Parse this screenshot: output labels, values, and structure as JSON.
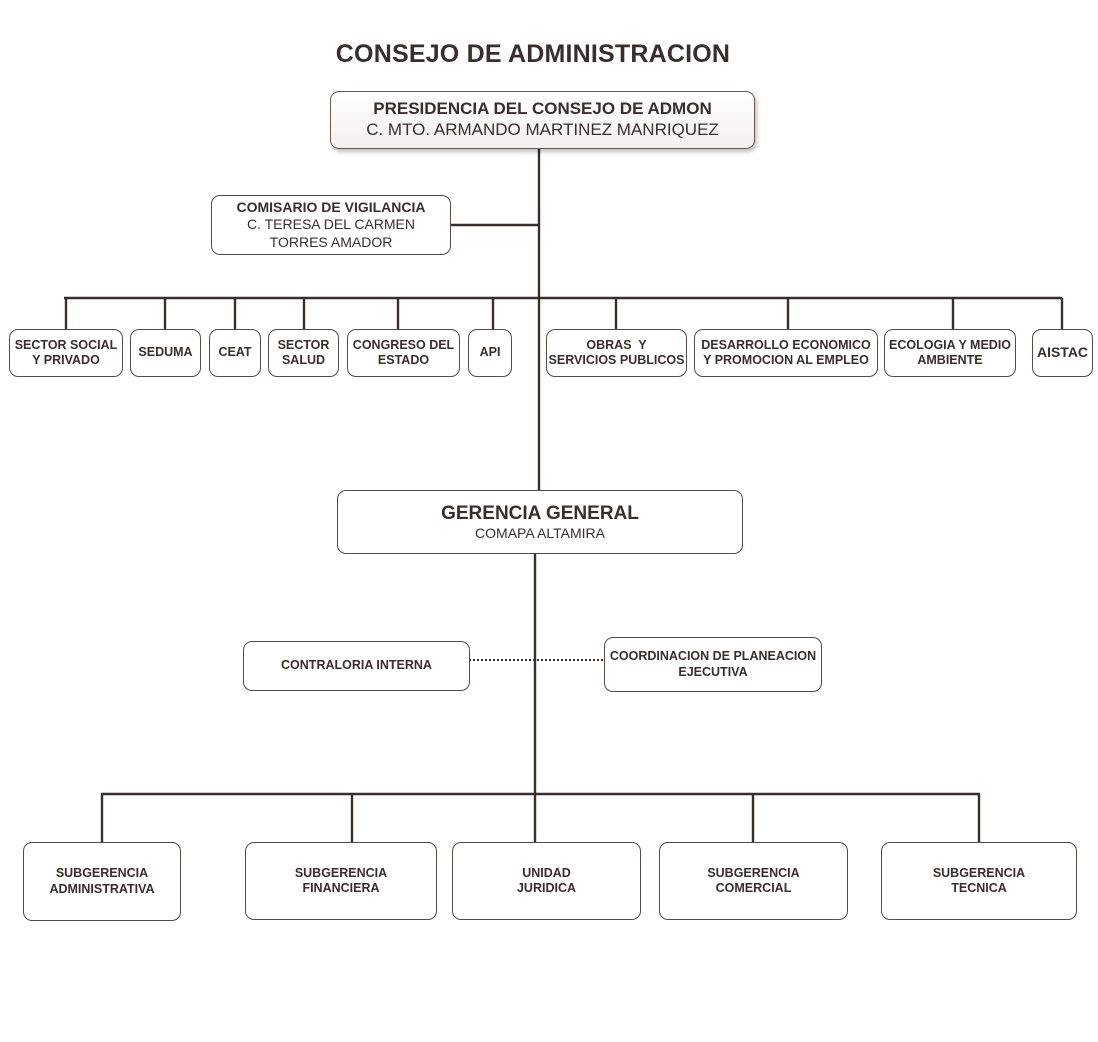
{
  "title": "CONSEJO DE ADMINISTRACION",
  "presidencia": {
    "line1": "PRESIDENCIA DEL CONSEJO DE ADMON",
    "line2": "C. MTO. ARMANDO MARTINEZ MANRIQUEZ"
  },
  "comisario": {
    "line1": "COMISARIO DE VIGILANCIA",
    "line2": "C. TERESA DEL CARMEN",
    "line3": "TORRES AMADOR"
  },
  "consejo_members": [
    {
      "line1": "SECTOR SOCIAL",
      "line2": "Y PRIVADO"
    },
    {
      "line1": "SEDUMA",
      "line2": ""
    },
    {
      "line1": "CEAT",
      "line2": ""
    },
    {
      "line1": "SECTOR",
      "line2": "SALUD"
    },
    {
      "line1": "CONGRESO DEL",
      "line2": "ESTADO"
    },
    {
      "line1": "API",
      "line2": ""
    },
    {
      "line1": "OBRAS  Y",
      "line2": "SERVICIOS PUBLICOS"
    },
    {
      "line1": "DESARROLLO ECONOMICO",
      "line2": "Y PROMOCION AL EMPLEO"
    },
    {
      "line1": "ECOLOGIA Y MEDIO",
      "line2": "AMBIENTE"
    },
    {
      "line1": "AISTAC",
      "line2": ""
    }
  ],
  "gerencia": {
    "line1": "GERENCIA GENERAL",
    "line2": "COMAPA ALTAMIRA"
  },
  "contraloria": {
    "line1": "CONTRALORIA INTERNA"
  },
  "coordinacion": {
    "line1": "COORDINACION DE PLANEACION",
    "line2": "EJECUTIVA"
  },
  "subgerencias": [
    {
      "line1": "SUBGERENCIA",
      "line2": "ADMINISTRATIVA"
    },
    {
      "line1": "SUBGERENCIA",
      "line2": "FINANCIERA"
    },
    {
      "line1": "UNIDAD",
      "line2": "JURIDICA"
    },
    {
      "line1": "SUBGERENCIA",
      "line2": "COMERCIAL"
    },
    {
      "line1": "SUBGERENCIA",
      "line2": "TECNICA"
    }
  ],
  "colors": {
    "line": "#3a2e2a",
    "border": "#5a4a44",
    "text": "#3a2e2a"
  }
}
